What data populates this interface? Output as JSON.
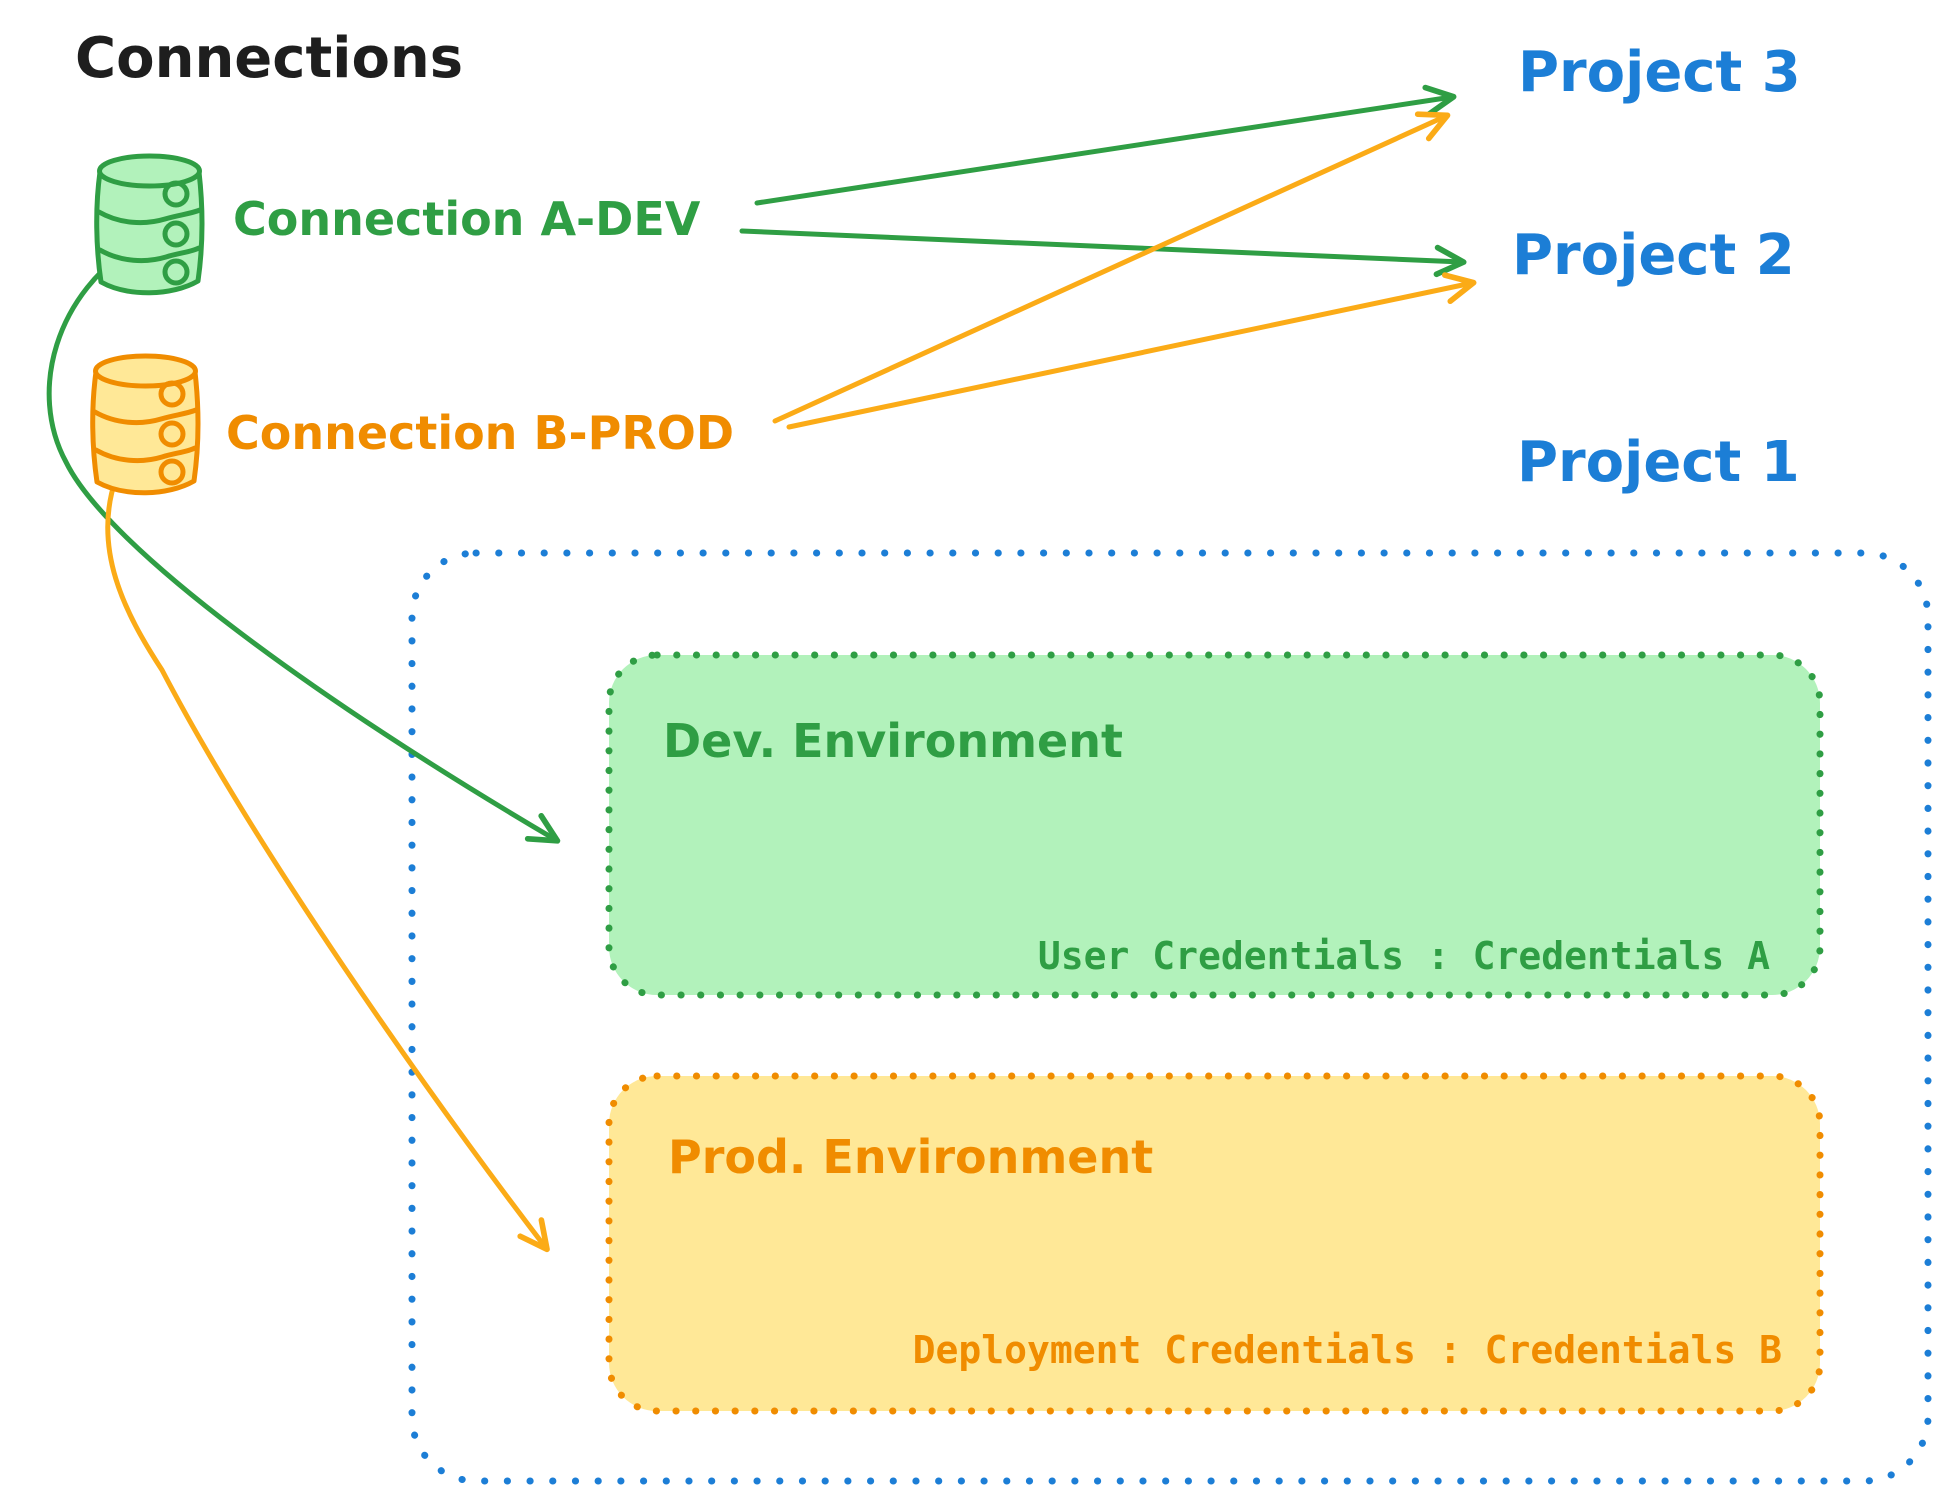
{
  "title": "Connections",
  "connections": [
    {
      "label": "Connection A-DEV",
      "icon": "database-icon",
      "color": "#2f9e44"
    },
    {
      "label": "Connection B-PROD",
      "icon": "database-icon",
      "color": "#f08c00"
    }
  ],
  "projects": [
    {
      "label": "Project 3"
    },
    {
      "label": "Project 2"
    },
    {
      "label": "Project 1"
    }
  ],
  "environments": [
    {
      "name": "Dev. Environment",
      "credentials_label": "User Credentials : Credentials A",
      "fill": "#b2f2bb",
      "stroke": "#2f9e44"
    },
    {
      "name": "Prod. Environment",
      "credentials_label": "Deployment Credentials : Credentials B",
      "fill": "#ffe897",
      "stroke": "#f08c00"
    }
  ],
  "edges": [
    {
      "from": "Connection A-DEV",
      "to": "Project 3",
      "color": "#2f9e44"
    },
    {
      "from": "Connection A-DEV",
      "to": "Project 2",
      "color": "#2f9e44"
    },
    {
      "from": "Connection B-PROD",
      "to": "Project 3",
      "color": "#fbab17"
    },
    {
      "from": "Connection B-PROD",
      "to": "Project 2",
      "color": "#fbab17"
    },
    {
      "from": "Connection A-DEV",
      "to": "Dev. Environment",
      "color": "#2f9e44"
    },
    {
      "from": "Connection B-PROD",
      "to": "Prod. Environment",
      "color": "#fbab17"
    }
  ],
  "container": {
    "label": "Project 1",
    "stroke": "#1c7ed6"
  }
}
